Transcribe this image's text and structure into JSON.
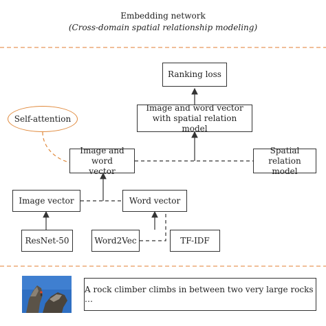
{
  "header": {
    "title": "Embedding network",
    "subtitle": "(Cross-domain spatial relationship modeling)"
  },
  "nodes": {
    "ranking_loss": "Ranking loss",
    "image_word_spatial_line1": "Image and word vector",
    "image_word_spatial_line2": "with spatial relation model",
    "self_attention": "Self-attention",
    "image_word_line1": "Image and word",
    "image_word_line2": "vector",
    "spatial_relation_line1": "Spatial relation",
    "spatial_relation_line2": "model",
    "image_vector": "Image vector",
    "word_vector": "Word vector",
    "resnet": "ResNet-50",
    "word2vec": "Word2Vec",
    "tfidf": "TF-IDF"
  },
  "example": {
    "caption": "A rock climber climbs in between two very large rocks …"
  },
  "colors": {
    "divider": "#e8965a",
    "box_border": "#333333",
    "self_attention": "#e0883a",
    "sky": "#2f6fc2"
  }
}
